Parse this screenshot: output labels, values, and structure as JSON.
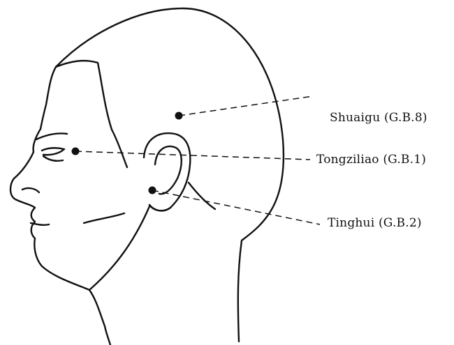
{
  "diagram": {
    "points": [
      {
        "id": "shuaigu",
        "label": "Shuaigu (G.B.8)"
      },
      {
        "id": "tongziliao",
        "label": "Tongziliao (G.B.1)"
      },
      {
        "id": "tinghui",
        "label": "Tinghui (G.B.2)"
      }
    ],
    "colors": {
      "ink": "#111111",
      "background": "#ffffff"
    }
  }
}
